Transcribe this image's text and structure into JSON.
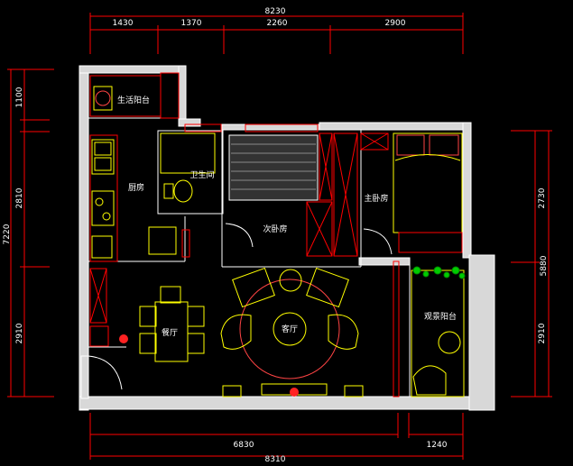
{
  "dimensions": {
    "top_total": "8230",
    "top_segments": [
      "1430",
      "1370",
      "2260",
      "2900"
    ],
    "bottom_segments": [
      "6830",
      "1240"
    ],
    "bottom_total": "8310",
    "left_total": "7220",
    "left_segments": [
      "1100",
      "2810",
      "2910"
    ],
    "right_total": "5880",
    "right_segments": [
      "2730",
      "2910"
    ]
  },
  "rooms": {
    "service_balcony": "生活阳台",
    "kitchen": "厨房",
    "bathroom": "卫生间",
    "second_bedroom": "次卧房",
    "master_bedroom": "主卧房",
    "dining": "餐厅",
    "living": "客厅",
    "view_balcony": "观景阳台"
  },
  "colors": {
    "background": "#000000",
    "dimension": "#ff0000",
    "dimension_text": "#ffffff",
    "wall": "#ffffff",
    "furniture": "#ffff00",
    "fixture": "#ff0000",
    "plant": "#00cc00"
  }
}
